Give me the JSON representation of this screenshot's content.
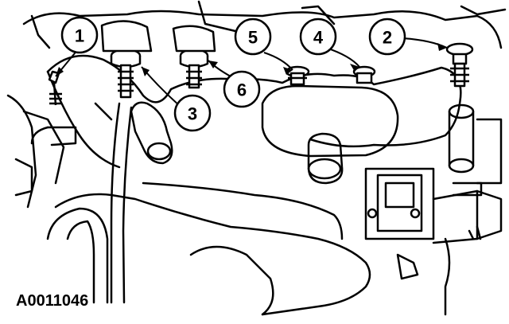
{
  "figure": {
    "id": "A0011046",
    "callouts": [
      "1",
      "2",
      "3",
      "4",
      "5",
      "6"
    ]
  }
}
